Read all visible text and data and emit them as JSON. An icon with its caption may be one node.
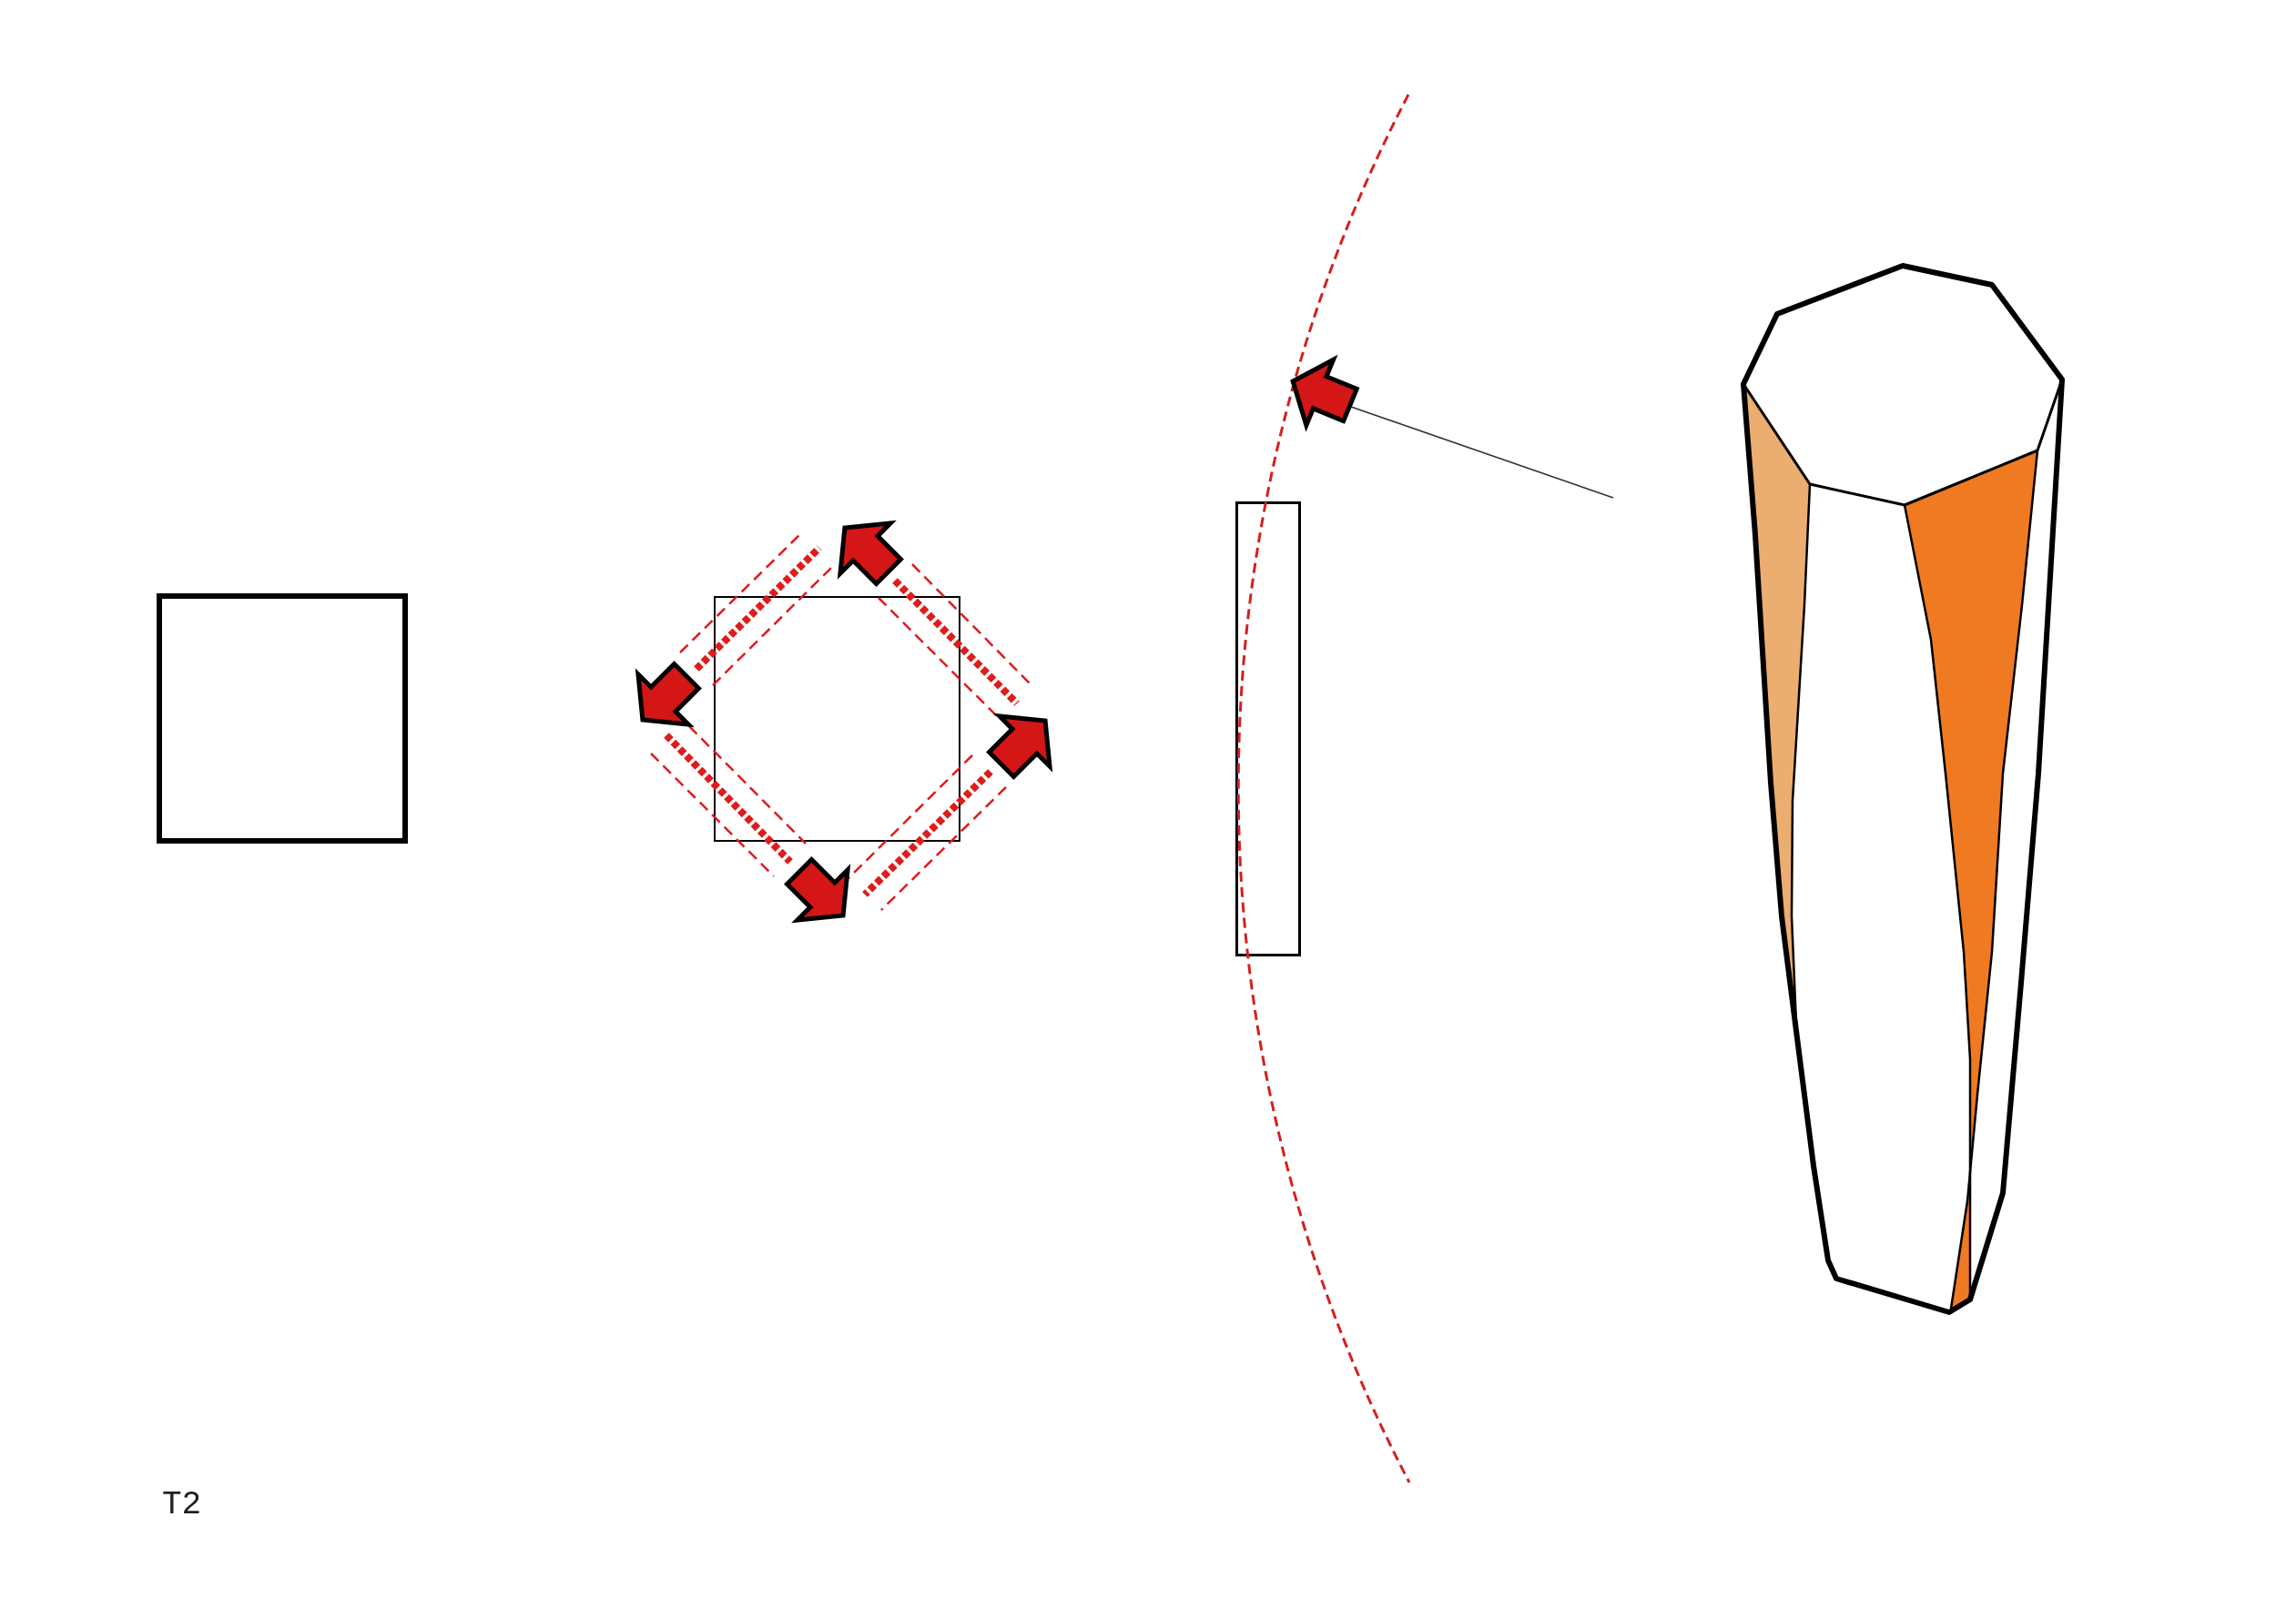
{
  "diagram": {
    "nodes": [
      {
        "text": [],
        "shape": "box"
      },
      {
        "text": [],
        "shape": "box"
      },
      {
        "text": [],
        "shape": "box"
      }
    ],
    "labels": [
      "T2"
    ]
  }
}
